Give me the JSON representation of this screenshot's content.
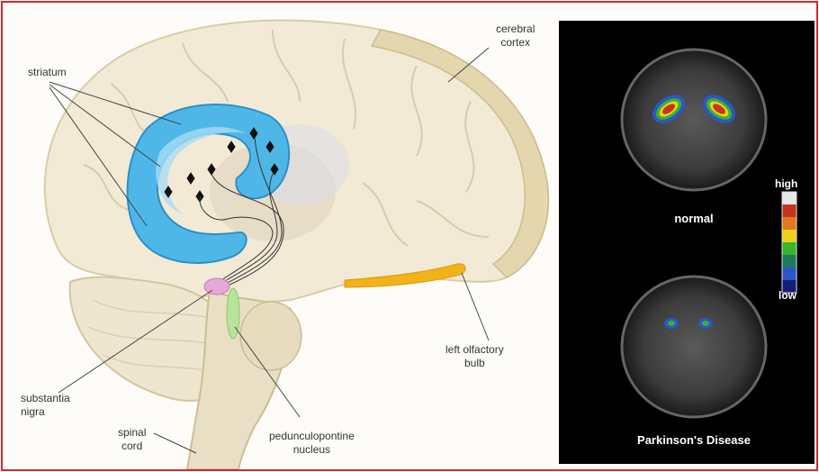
{
  "brain_labels": {
    "striatum": "striatum",
    "cerebral_cortex": "cerebral\ncortex",
    "left_olfactory_bulb": "left olfactory\nbulb",
    "substantia_nigra": "substantia\nnigra",
    "spinal_cord": "spinal\ncord",
    "pedunculopontine_nucleus": "pedunculopontine\nnucleus"
  },
  "pet": {
    "normal_caption": "normal",
    "parkinsons_caption": "Parkinson's Disease",
    "scale_high": "high",
    "scale_low": "low",
    "scale_colors": [
      "#e8e8e8",
      "#c7341e",
      "#e07a1c",
      "#ecd21a",
      "#36b52d",
      "#1c7c5a",
      "#2c56c8",
      "#141e7a"
    ]
  },
  "colors": {
    "frame": "#d42a2a",
    "brain": "#f2ead5",
    "striatum": "#4fb7e8",
    "substantia_nigra": "#e6a8d8",
    "pedunculopontine": "#b8e39a",
    "olfactory": "#f2b218"
  }
}
